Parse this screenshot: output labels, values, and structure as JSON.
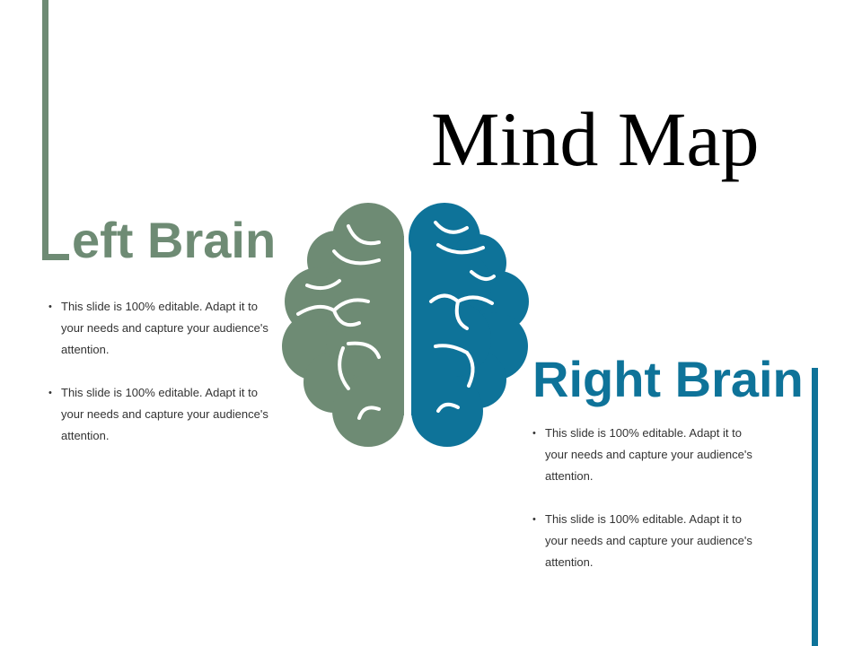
{
  "title": "Mind Map",
  "colors": {
    "left": "#6e8b74",
    "right": "#0e7399",
    "text": "#333333"
  },
  "left": {
    "heading": "eft Brain",
    "bullets": [
      "This slide is 100% editable. Adapt it to your needs and capture your audience's attention.",
      "This slide is 100% editable. Adapt it to your needs and capture your audience's attention."
    ]
  },
  "right": {
    "heading": "Right Brain",
    "bullets": [
      "This slide is 100% editable. Adapt it to your needs and capture your audience's attention.",
      "This slide is 100% editable. Adapt it to your needs and capture your audience's attention."
    ]
  },
  "icons": {
    "brain": "brain-icon"
  }
}
